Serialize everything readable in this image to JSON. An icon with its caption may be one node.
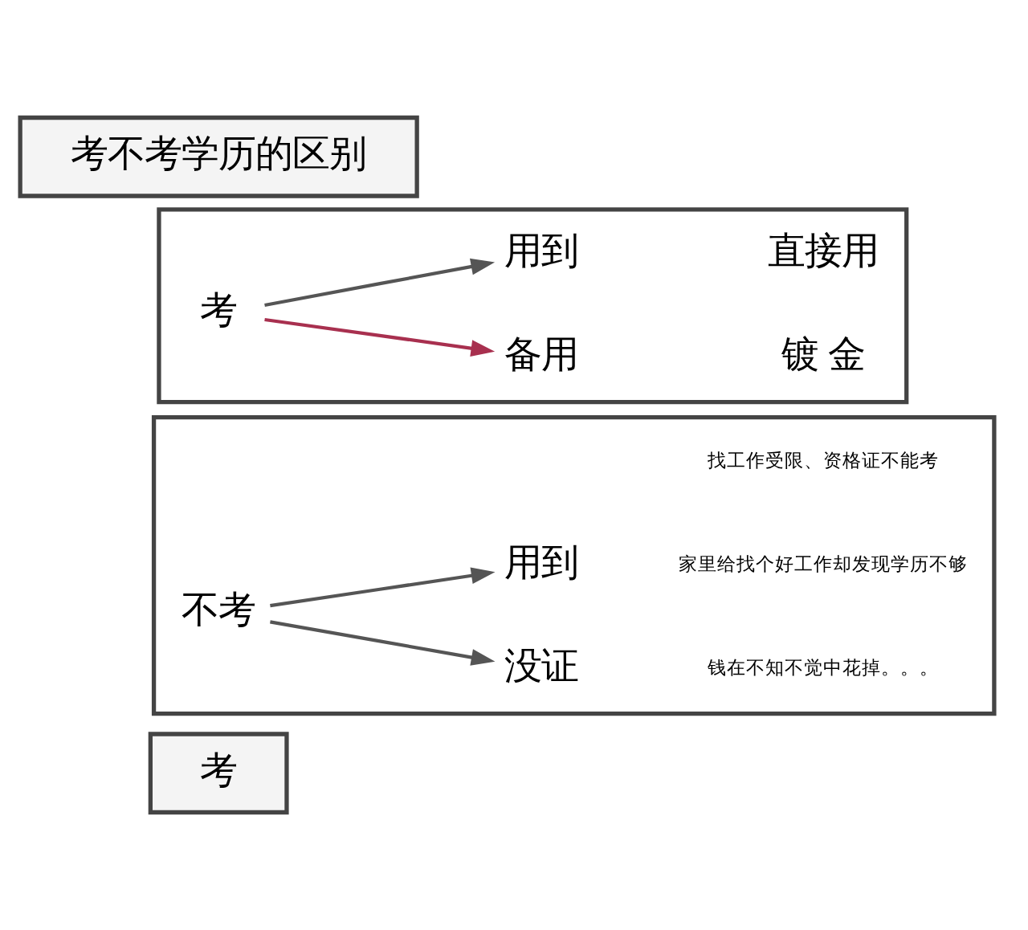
{
  "diagram": {
    "nodes": [
      {
        "text": [
          "考不考学历的区别"
        ]
      },
      {
        "text": [],
        "shape": "box"
      },
      {
        "text": [
          "考"
        ],
        "in": 1
      },
      {
        "text": [
          "用到"
        ],
        "in": 1
      },
      {
        "text": [
          "备用"
        ],
        "in": 1
      },
      {
        "text": [
          "直接用"
        ],
        "in": 1
      },
      {
        "text": [
          "镀 金"
        ],
        "in": 1
      },
      {
        "text": [],
        "shape": "box"
      },
      {
        "text": [
          "不考"
        ],
        "in": 7
      },
      {
        "text": [
          "用到"
        ],
        "in": 7
      },
      {
        "text": [
          "没证"
        ],
        "in": 7
      },
      {
        "text": [
          "找工作受限、资格证不能考"
        ],
        "in": 7
      },
      {
        "text": [
          "家里给找个好工作却发现学历不够"
        ],
        "in": 7
      },
      {
        "text": [
          "钱在不知不觉中花掉。。。"
        ],
        "in": 7
      },
      {
        "text": [
          "考"
        ]
      }
    ],
    "edges": [
      {
        "from": 2,
        "to": 3,
        "arrow": "to"
      },
      {
        "from": 2,
        "to": 4,
        "arrow": "to",
        "color": "#a8304f"
      },
      {
        "from": 8,
        "to": 9,
        "arrow": "to"
      },
      {
        "from": 8,
        "to": 10,
        "arrow": "to"
      }
    ]
  }
}
